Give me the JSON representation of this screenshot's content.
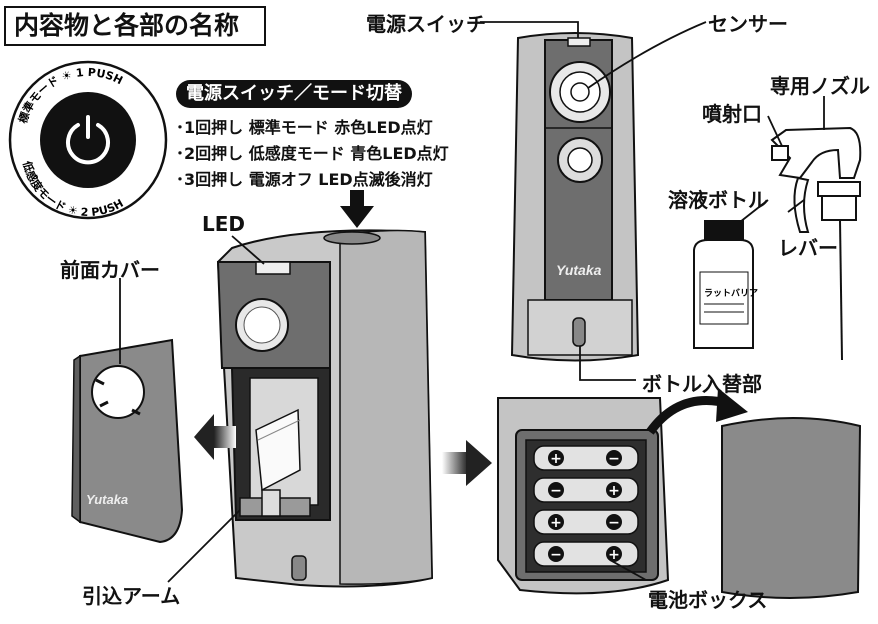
{
  "title": "内容物と各部の名称",
  "button_ring": {
    "top_text": "標準モード",
    "top_push": "1 PUSH",
    "bottom_text": "低感度モード",
    "bottom_push": "2 PUSH"
  },
  "mode_switch": {
    "heading": "電源スイッチ／モード切替",
    "modes": [
      "･1回押し 標準モード 赤色LED点灯",
      "･2回押し 低感度モード 青色LED点灯",
      "･3回押し 電源オフ LED点滅後消灯"
    ]
  },
  "labels": {
    "power_switch": "電源スイッチ",
    "sensor": "センサー",
    "nozzle": "専用ノズル",
    "nozzle_outlet": "噴射口",
    "solution_bottle": "溶液ボトル",
    "lever": "レバー",
    "led": "LED",
    "front_cover": "前面カバー",
    "bottle_bay": "ボトル入替部",
    "pull_arm": "引込アーム",
    "battery_box": "電池ボックス"
  },
  "brand": "Yutaka",
  "bottle_label": "ラットバリア",
  "colors": {
    "body_light": "#c9c9c9",
    "body_dark": "#8a8a8a",
    "panel": "#6e6e6e",
    "outline": "#111111"
  }
}
